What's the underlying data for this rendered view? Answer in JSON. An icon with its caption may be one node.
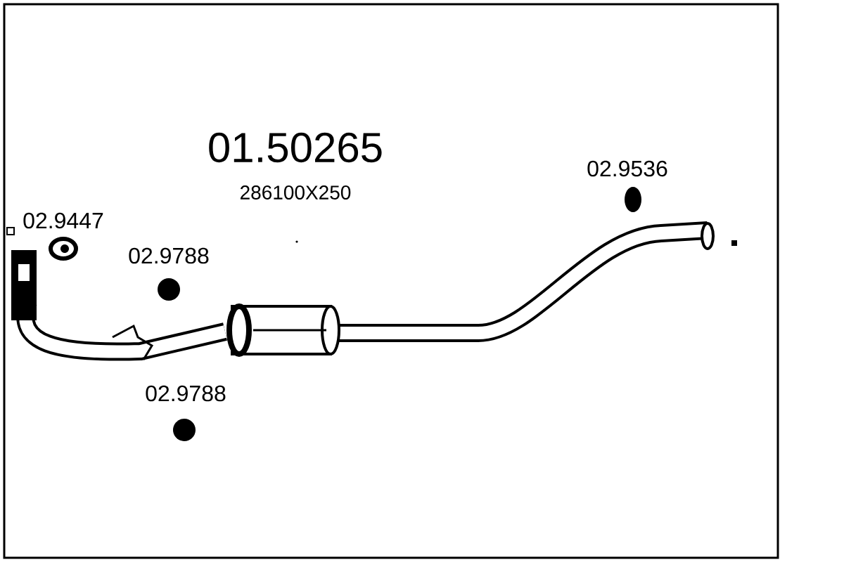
{
  "diagram": {
    "labels": [
      "01.50265",
      "286100X250",
      "02.9536",
      "02.9447",
      "02.9788",
      "02.9788"
    ]
  }
}
